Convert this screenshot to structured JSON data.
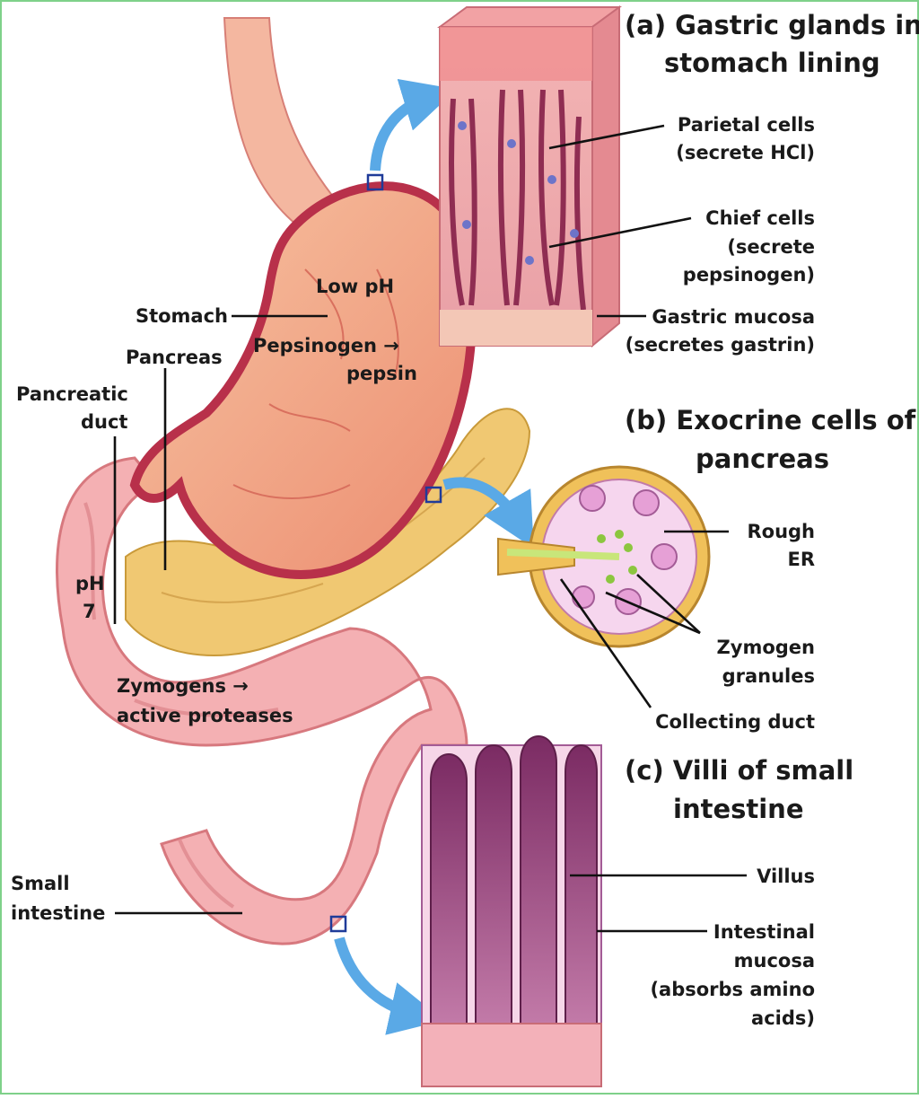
{
  "sections": {
    "a_title_line1": "(a) Gastric glands in",
    "a_title_line2": "stomach lining",
    "b_title_line1": "(b) Exocrine cells of",
    "b_title_line2": "pancreas",
    "c_title_line1": "(c) Villi of small",
    "c_title_line2": "intestine"
  },
  "labels": {
    "parietal_1": "Parietal cells",
    "parietal_2": "(secrete HCl)",
    "chief_1": "Chief cells",
    "chief_2": "(secrete",
    "chief_3": "pepsinogen)",
    "gastric_mucosa_1": "Gastric mucosa",
    "gastric_mucosa_2": "(secretes gastrin)",
    "stomach": "Stomach",
    "low_ph": "Low pH",
    "pepsinogen_1": "Pepsinogen →",
    "pepsinogen_2": "pepsin",
    "pancreas": "Pancreas",
    "pancreatic_duct_1": "Pancreatic",
    "pancreatic_duct_2": "duct",
    "ph_1": "pH",
    "ph_2": "7",
    "zymogens_1": "Zymogens →",
    "zymogens_2": "active proteases",
    "rough_er_1": "Rough",
    "rough_er_2": "ER",
    "zymogen_granules_1": "Zymogen",
    "zymogen_granules_2": "granules",
    "collecting_duct": "Collecting duct",
    "small_intestine_1": "Small",
    "small_intestine_2": "intestine",
    "villus": "Villus",
    "intestinal_mucosa_1": "Intestinal",
    "intestinal_mucosa_2": "mucosa",
    "intestinal_mucosa_3": "(absorbs amino",
    "intestinal_mucosa_4": "acids)"
  },
  "colors": {
    "stomach": "#f2a584",
    "stomach_wall": "#b8304a",
    "pancreas": "#f0c872",
    "intestine": "#f4b0b3",
    "gland_tissue": "#e08a92",
    "villi": "#8a3a70",
    "arrow": "#5aa9e6",
    "frame": "#7fd18a"
  }
}
